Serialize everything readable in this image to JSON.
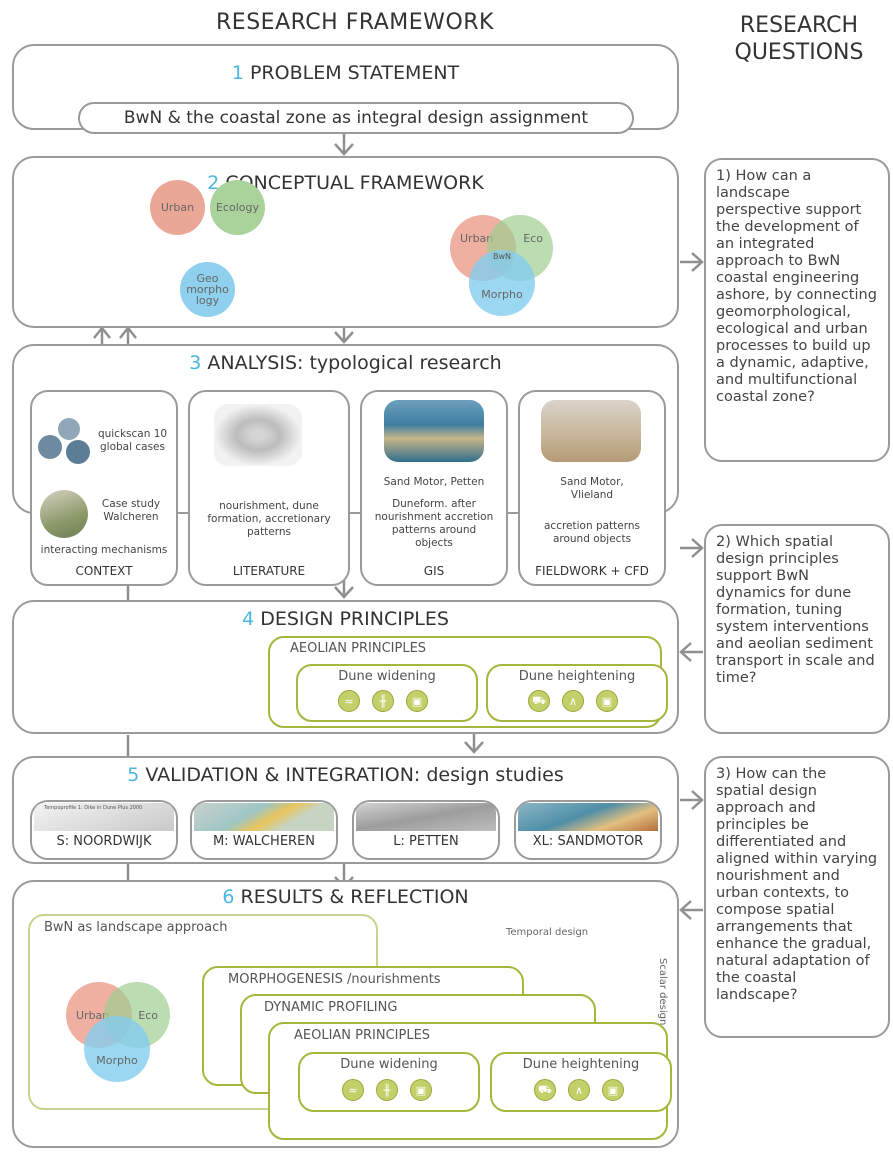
{
  "header": {
    "framework_title": "RESEARCH FRAMEWORK",
    "questions_title_1": "RESEARCH",
    "questions_title_2": "QUESTIONS"
  },
  "problem": {
    "num": "1",
    "title": "PROBLEM STATEMENT",
    "subtitle": "BwN & the coastal zone as integral design assignment"
  },
  "conceptual": {
    "num": "2",
    "title": "CONCEPTUAL FRAMEWORK",
    "left_urban": "Urban",
    "left_ecology": "Ecology",
    "left_geo": "Geo morpho logy",
    "right_urban": "Urban",
    "right_eco": "Eco",
    "right_bwn": "BwN",
    "right_morpho": "Morpho"
  },
  "analysis": {
    "num": "3",
    "title": "ANALYSIS: typological research",
    "context": {
      "quickscan": "quickscan 10 global cases",
      "case_study": "Case study Walcheren",
      "mechanisms": "interacting mechanisms",
      "label": "CONTEXT"
    },
    "literature": {
      "text": "nourishment, dune formation, accretionary patterns",
      "label": "LITERATURE"
    },
    "gis": {
      "place": "Sand Motor, Petten",
      "text": "Duneform. after nourishment accretion patterns around objects",
      "label": "GIS"
    },
    "fieldwork": {
      "place": "Sand Motor, Vlieland",
      "text": "accretion patterns around objects",
      "label": "FIELDWORK + CFD"
    }
  },
  "design": {
    "num": "4",
    "title": "DESIGN PRINCIPLES",
    "aeolian": "AEOLIAN PRINCIPLES",
    "widening": "Dune widening",
    "heightening": "Dune heightening"
  },
  "validation": {
    "num": "5",
    "title": "VALIDATION & INTEGRATION: design studies",
    "s": "S: NOORDWIJK",
    "m": "M: WALCHEREN",
    "l": "L: PETTEN",
    "xl": "XL: SANDMOTOR",
    "s_caption": "Tempoprofile 1: Dike in Dune Plus 2000"
  },
  "results": {
    "num": "6",
    "title": "RESULTS & REFLECTION",
    "bwn": "BwN as landscape approach",
    "urban": "Urban",
    "eco": "Eco",
    "morpho": "Morpho",
    "temporal": "Temporal design",
    "scalar": "Scalar design",
    "morphogenesis": "MORPHOGENESIS /nourishments",
    "dynamic": "DYNAMIC PROFILING",
    "aeolian": "AEOLIAN PRINCIPLES",
    "widening": "Dune widening",
    "heightening": "Dune heightening"
  },
  "questions": {
    "q1": "1) How can a landscape perspective support the development of an integrated approach to BwN coastal engineering ashore, by connecting geomorphological, ecological and urban processes to build up a dynamic, adaptive, and multifunctional coastal zone?",
    "q2": "2) Which spatial design principles support BwN dynamics for dune formation, tuning system interventions and aeolian sediment transport in scale and time?",
    "q3": "3) How can the spatial design approach and principles be differentiated and aligned within varying nourishment and urban contexts, to compose spatial arrangements that enhance the gradual, natural adaptation of the coastal landscape?"
  },
  "colors": {
    "accent_blue": "#4bb6e0",
    "green_frame": "#a6b53b",
    "urban_red": "#e8a08f",
    "eco_green": "#a9d39a",
    "morpho_blue": "#8fd0ee",
    "gray_border": "#9a9a9a"
  }
}
